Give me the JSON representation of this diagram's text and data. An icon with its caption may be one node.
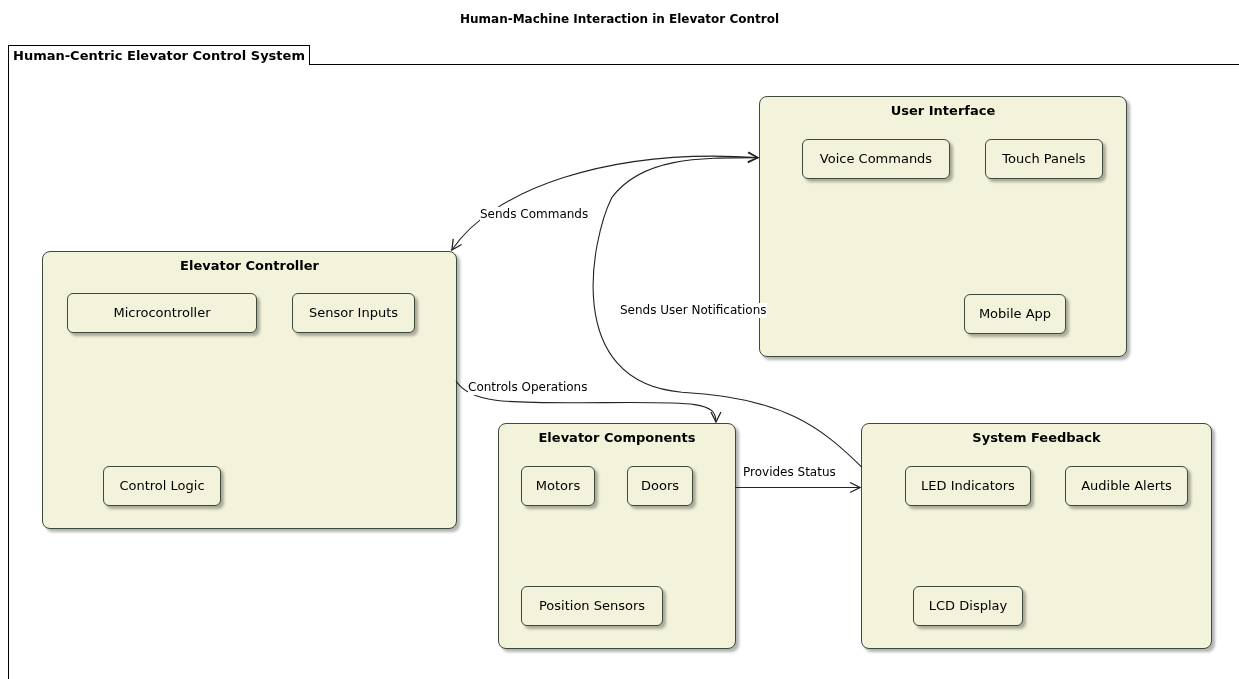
{
  "diagram": {
    "title": "Human-Machine Interaction in Elevator Control",
    "nodes": [
      {
        "text": [
          "Human-Centric Elevator Control System"
        ]
      },
      {
        "text": [
          "User Interface"
        ],
        "in": 0
      },
      {
        "text": [
          "Voice Commands"
        ],
        "in": 1
      },
      {
        "text": [
          "Touch Panels"
        ],
        "in": 1
      },
      {
        "text": [
          "Mobile App"
        ],
        "in": 1
      },
      {
        "text": [
          "Elevator Controller"
        ],
        "in": 0
      },
      {
        "text": [
          "Microcontroller"
        ],
        "in": 5
      },
      {
        "text": [
          "Sensor Inputs"
        ],
        "in": 5
      },
      {
        "text": [
          "Control Logic"
        ],
        "in": 5
      },
      {
        "text": [
          "Elevator Components"
        ],
        "in": 0
      },
      {
        "text": [
          "Motors"
        ],
        "in": 9
      },
      {
        "text": [
          "Doors"
        ],
        "in": 9
      },
      {
        "text": [
          "Position Sensors"
        ],
        "in": 9
      },
      {
        "text": [
          "System Feedback"
        ],
        "in": 0
      },
      {
        "text": [
          "LED Indicators"
        ],
        "in": 13
      },
      {
        "text": [
          "Audible Alerts"
        ],
        "in": 13
      },
      {
        "text": [
          "LCD Display"
        ],
        "in": 13
      }
    ],
    "edges": [
      {
        "from": 1,
        "to": 5,
        "label": "Sends Commands",
        "arrow": "both"
      },
      {
        "from": 5,
        "to": 9,
        "label": "Controls Operations",
        "arrow": "to"
      },
      {
        "from": 9,
        "to": 13,
        "label": "Provides Status",
        "arrow": "to"
      },
      {
        "from": 13,
        "to": 1,
        "label": "Sends User Notifications",
        "arrow": "to"
      }
    ]
  }
}
